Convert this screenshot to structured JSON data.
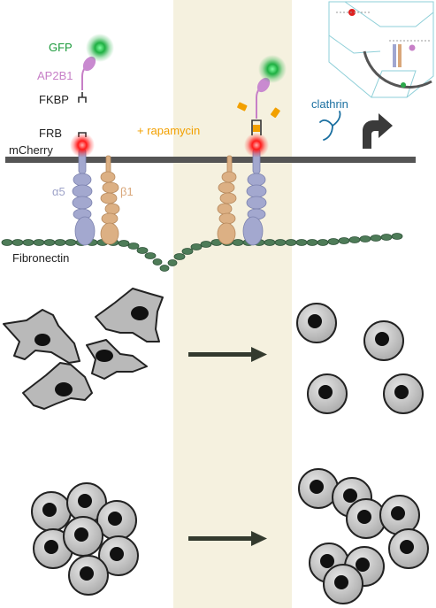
{
  "labels": {
    "gfp": "GFP",
    "ap2b1": "AP2B1",
    "fkbp": "FKBP",
    "frb": "FRB",
    "mcherry": "mCherry",
    "alpha5": "α5",
    "beta1": "β1",
    "fibronectin": "Fibronectin",
    "rapamycin": "+ rapamycin",
    "clathrin": "clathrin"
  },
  "colors": {
    "gfp": "#1a9a3a",
    "ap2b1": "#c77fc7",
    "mcherry_glow": "#ff1a1a",
    "alpha5": "#9ea3c9",
    "beta1": "#d9a77a",
    "rapamycin": "#f2a000",
    "clathrin": "#1a6fa0",
    "membrane": "#555555",
    "fibronectin": "#3e6a48",
    "treatment_band": "#f5f1df",
    "cell_fill": "#c9c9c9",
    "nucleus": "#111111"
  },
  "icons": {
    "endocytosis": "curved-arrow-up-icon",
    "flow": "right-arrow-icon"
  }
}
